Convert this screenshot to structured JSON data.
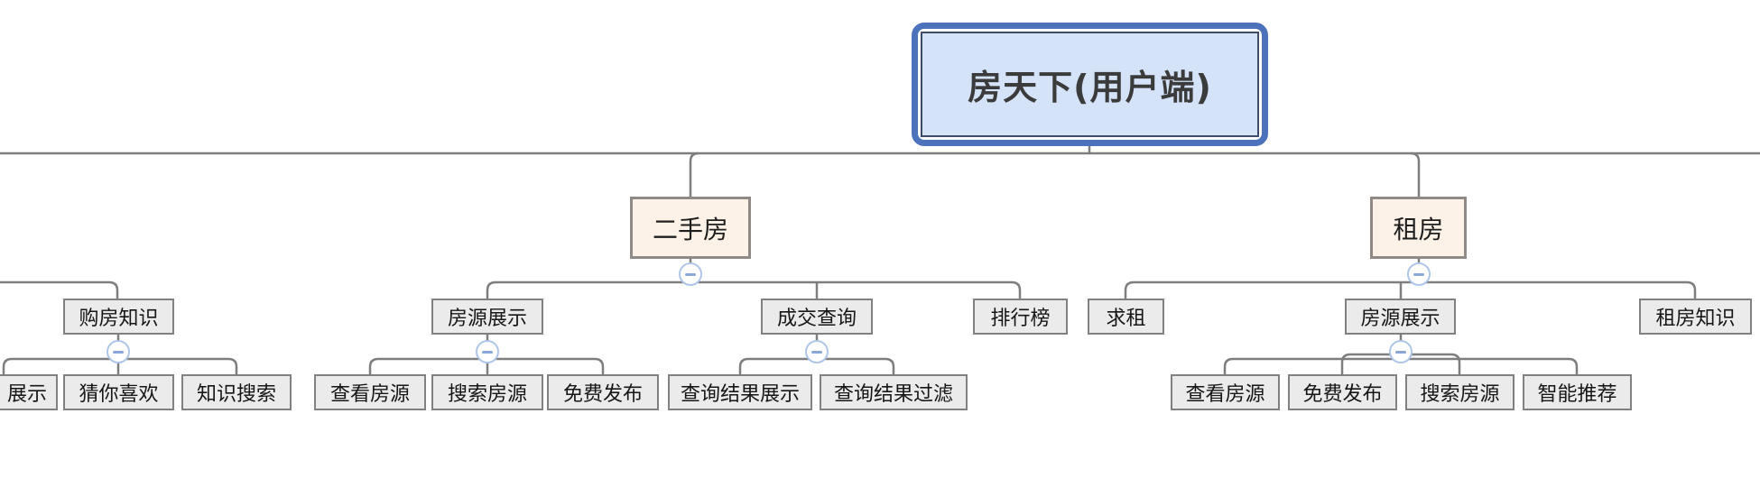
{
  "root": {
    "label": "房天下(用户端)"
  },
  "branches": {
    "clipped_left": {
      "label": "购房知识",
      "children": [
        "展示",
        "猜你喜欢",
        "知识搜索"
      ]
    },
    "second_hand_house": {
      "label": "二手房",
      "children": {
        "listing_display": {
          "label": "房源展示",
          "children": [
            "查看房源",
            "搜索房源",
            "免费发布"
          ]
        },
        "deal_query": {
          "label": "成交查询",
          "children": [
            "查询结果展示",
            "查询结果过滤"
          ]
        },
        "ranking": {
          "label": "排行榜"
        }
      }
    },
    "renting": {
      "label": "租房",
      "children": {
        "rent_seek": {
          "label": "求租"
        },
        "listing_display": {
          "label": "房源展示",
          "children": [
            "查看房源",
            "免费发布",
            "搜索房源",
            "智能推荐"
          ]
        },
        "rent_knowledge": {
          "label": "租房知识"
        }
      }
    }
  },
  "colors": {
    "root_fill": "#d5e3f8",
    "root_border_outer": "#4c72bb",
    "root_border_inner": "#3e4c69",
    "branch_fill": "#fcf2e7",
    "branch_border": "#8f8a85",
    "node_fill": "#ebebeb",
    "node_border": "#818181",
    "connector": "#7e7e7e",
    "collapse_ring": "#aec6e8",
    "collapse_minus": "#8aa7d7"
  }
}
